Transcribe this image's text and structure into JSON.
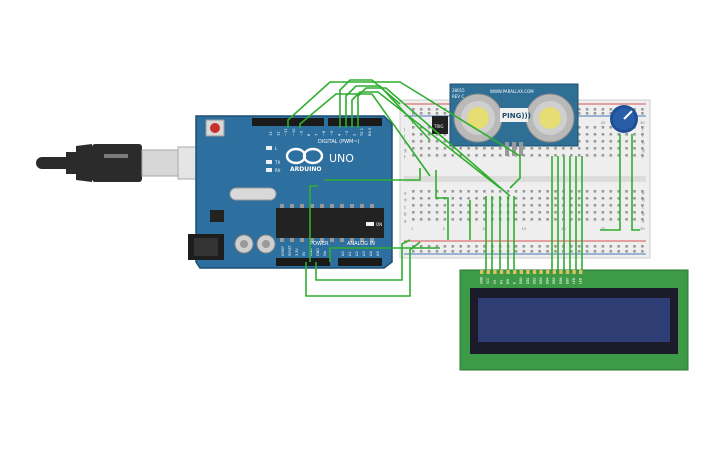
{
  "colors": {
    "background": "#ffffff",
    "arduino_board": "#2d6f9e",
    "arduino_text": "#ffffff",
    "breadboard": "#eeeeee",
    "breadboard_rail_red": "#d9534f",
    "breadboard_rail_blue": "#4a78b8",
    "wire_green": "#2fae2f",
    "wire_gray": "#8a8a8a",
    "ping_board": "#2f6f95",
    "ping_transducer": "#c8c8c8",
    "ping_inner": "#e6dd74",
    "lcd_pcb": "#3d9a46",
    "lcd_screen": "#2e3e74",
    "lcd_frame": "#1b1b2a",
    "pot_blue": "#2a5da8",
    "chip_black": "#222222",
    "usb_plug": "#2b2b2b",
    "usb_metal": "#d7d7d7"
  },
  "arduino": {
    "brand": "ARDUINO",
    "model": "UNO",
    "digital_label": "DIGITAL (PWM~)",
    "power_label": "POWER",
    "analog_label": "ANALOG IN",
    "on_label": "ON",
    "tx_label": "TX",
    "rx_label": "RX",
    "l_label": "L",
    "aref_label": "AREF",
    "gnd_label": "GND",
    "digital_pins": [
      "13",
      "12",
      "~11",
      "~10",
      "~9",
      "8",
      "7",
      "~6",
      "~5",
      "4",
      "~3",
      "2",
      "TX 1",
      "RX 0"
    ],
    "power_pins": [
      "IOREF",
      "RESET",
      "3.3V",
      "5V",
      "GND",
      "GND",
      "Vin"
    ],
    "analog_pins": [
      "A0",
      "A1",
      "A2",
      "A3",
      "A4",
      "A5"
    ]
  },
  "ping_sensor": {
    "title": "PING)))",
    "site": "WWW.PARALLAX.COM",
    "part": "28015",
    "rev": "REV C",
    "tag": "TRIG"
  },
  "breadboard": {
    "row_labels_left": [
      "j",
      "i",
      "h",
      "g",
      "f",
      "e",
      "d",
      "c",
      "b",
      "a"
    ],
    "column_numbers": [
      "1",
      "5",
      "10",
      "15",
      "20",
      "25",
      "30"
    ]
  },
  "lcd": {
    "pin_labels": [
      "GND",
      "VCC",
      "V0",
      "RS",
      "RW",
      "E",
      "DB0",
      "DB1",
      "DB2",
      "DB3",
      "DB4",
      "DB5",
      "DB6",
      "DB7",
      "LED",
      "LED"
    ]
  },
  "icons": {
    "usb_cable": "usb-cable-icon",
    "potentiometer": "potentiometer-icon"
  }
}
